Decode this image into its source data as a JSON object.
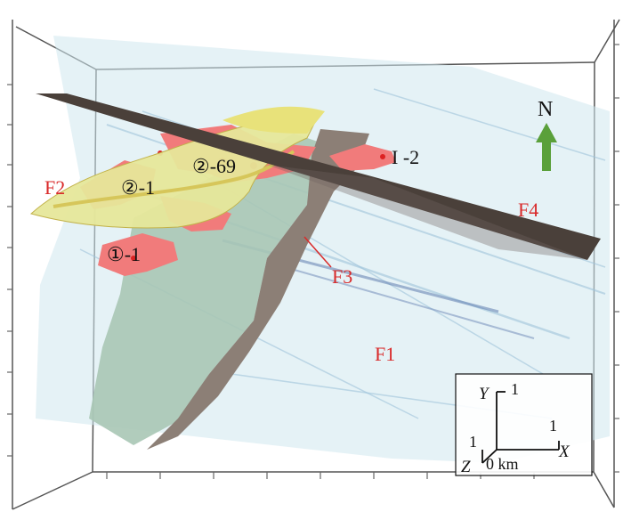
{
  "colors": {
    "fault_f1": "#cfe7ef",
    "fault_f2": "#e6e79a",
    "fault_f3_light": "#a9c7b5",
    "fault_f3_dark": "#8c7f76",
    "fault_f4": "#4a403a",
    "orebody": "#f17b7b",
    "label_red": "#d92a2a",
    "north_arrow": "#5aa03a"
  },
  "faults": {
    "f1": "F1",
    "f2": "F2",
    "f3": "F3",
    "f4": "F4"
  },
  "orebodies": {
    "ob_2_69": "②-69",
    "ob_2_1": "②-1",
    "ob_1_1": "①-1",
    "ob_i_2": "I -2"
  },
  "north": "N",
  "scale": {
    "y_axis": "Y",
    "y_value": "1",
    "x_axis": "X",
    "x_value": "1",
    "z_axis": "Z",
    "z_value": "1",
    "origin": "0 km"
  }
}
